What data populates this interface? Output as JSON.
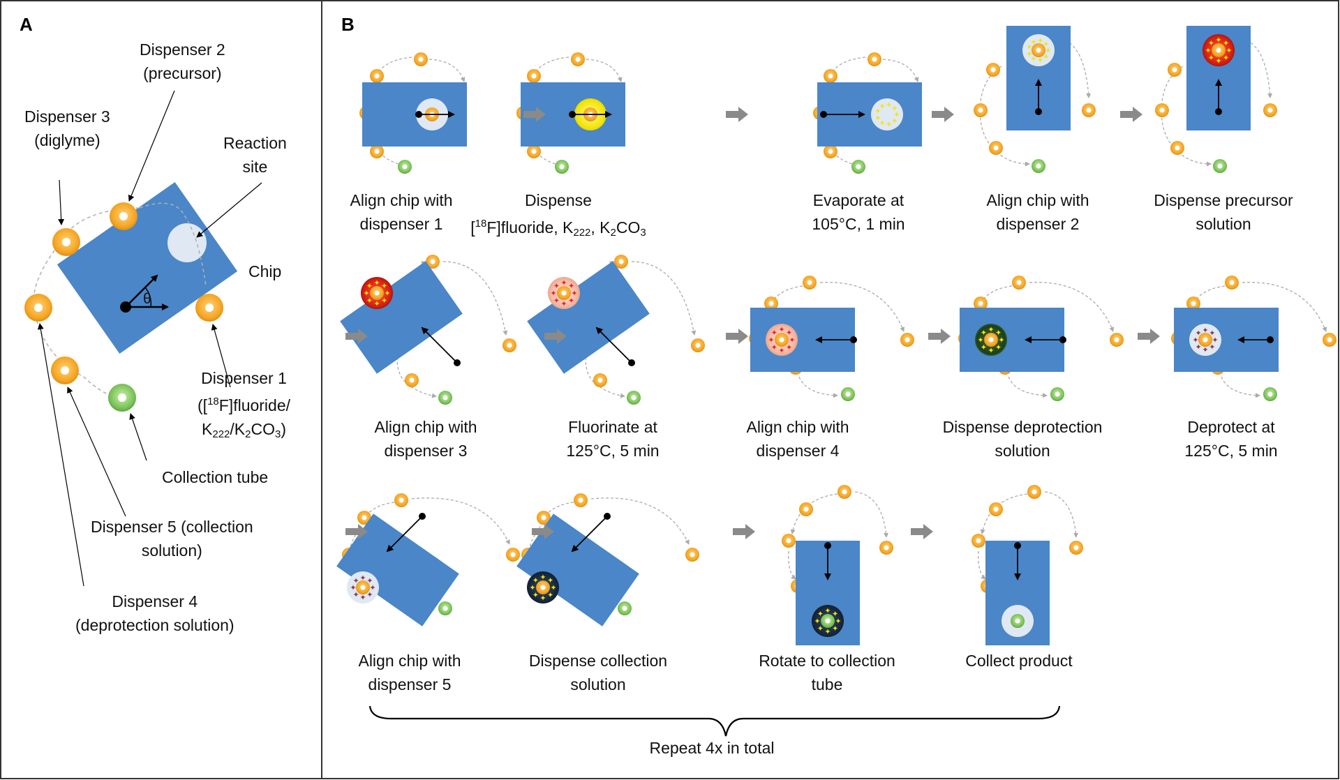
{
  "panel_a": {
    "letter": "A",
    "dispenser1": {
      "line1": "Dispenser 1",
      "line2_open": "([",
      "line2_sup": "18",
      "line2_rest": "F]fluoride/",
      "line3_k": "K",
      "line3_sub1": "222",
      "line3_mid": "/K",
      "line3_sub2": "2",
      "line3_co": "CO",
      "line3_sub3": "3",
      "line3_close": ")"
    },
    "dispenser2": {
      "line1": "Dispenser 2",
      "line2": "(precursor)"
    },
    "dispenser3": {
      "line1": "Dispenser 3",
      "line2": "(diglyme)"
    },
    "dispenser4": {
      "line1": "Dispenser 4",
      "line2": "(deprotection solution)"
    },
    "dispenser5": {
      "line1": "Dispenser 5 (collection",
      "line2": "solution)"
    },
    "reaction_site": {
      "line1": "Reaction",
      "line2": "site"
    },
    "chip": "Chip",
    "collection_tube": "Collection tube",
    "theta": "θ"
  },
  "panel_b": {
    "letter": "B",
    "steps": [
      {
        "line1": "Align chip with",
        "line2": "dispenser 1"
      },
      {
        "line1": "Dispense",
        "line2": ""
      },
      {
        "line1": "Evaporate at",
        "line2": "105°C, 1 min"
      },
      {
        "line1": "Align chip with",
        "line2": "dispenser 2"
      },
      {
        "line1": "Dispense precursor",
        "line2": "solution"
      },
      {
        "line1": "Align chip with",
        "line2": "dispenser 3"
      },
      {
        "line1": "Fluorinate at",
        "line2": "125°C, 5 min"
      },
      {
        "line1": "Align chip with",
        "line2": "dispenser 4"
      },
      {
        "line1": "Dispense deprotection",
        "line2": "solution"
      },
      {
        "line1": "Deprotect at",
        "line2": "125°C, 5 min"
      },
      {
        "line1": "Align chip with",
        "line2": "dispenser 5"
      },
      {
        "line1": "Dispense collection",
        "line2": "solution"
      },
      {
        "line1": "Rotate to collection",
        "line2": "tube"
      },
      {
        "line1": "Collect product",
        "line2": ""
      }
    ],
    "step2_line2": {
      "open": "[",
      "sup": "18",
      "rest": "F]fluoride, K",
      "sub1": "222",
      "mid": ", K",
      "sub2": "2",
      "co": "CO",
      "sub3": "3"
    },
    "repeat": "Repeat 4x in total"
  },
  "colors": {
    "chip": "#4a86c8",
    "dispenser": "#f5a623",
    "collection_tube": "#7cc35a",
    "reaction_site": "#dfe8f3",
    "arrow_gray": "#888888"
  }
}
